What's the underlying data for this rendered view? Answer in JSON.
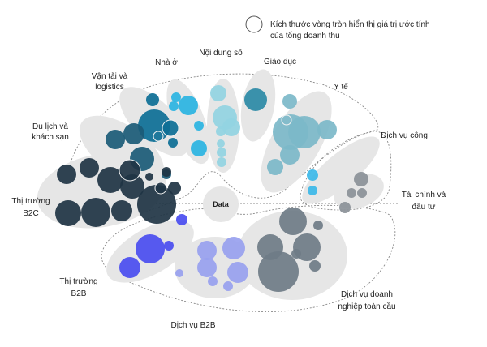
{
  "legend": {
    "line1": "Kích thước vòng tròn hiển thị giá trị ước tính",
    "line2": "của tổng doanh thu"
  },
  "center_label": "Data",
  "labels": {
    "noi_dung_so": "Nội dung số",
    "nha_o": "Nhà ở",
    "giao_duc": "Giáo dục",
    "van_tai_1": "Vận tải và",
    "van_tai_2": "logistics",
    "y_te": "Y tế",
    "du_lich_1": "Du lịch và",
    "du_lich_2": "khách sạn",
    "dich_vu_cong": "Dịch vụ công",
    "tai_chinh_1": "Tài chính và",
    "tai_chinh_2": "đầu tư",
    "b2c_1": "Thị trường",
    "b2c_2": "B2C",
    "b2b_1": "Thị trường",
    "b2b_2": "B2B",
    "global_1": "Dịch vụ doanh",
    "global_2": "nghiệp toàn cầu",
    "dv_b2b": "Dịch vụ B2B"
  },
  "colors": {
    "transport": "#0d6f96",
    "hotel": "#1b5b77",
    "housing": "#2ab4e2",
    "digital": "#93d4e2",
    "education": "#2b8aa6",
    "health": "#7cb8c9",
    "public": "#3cb8e8",
    "finance": "#8b9198",
    "b2c": "#1f3444",
    "b2b": "#4a4df0",
    "b2b_services": "#98a1ef",
    "global": "#6f7c87"
  }
}
